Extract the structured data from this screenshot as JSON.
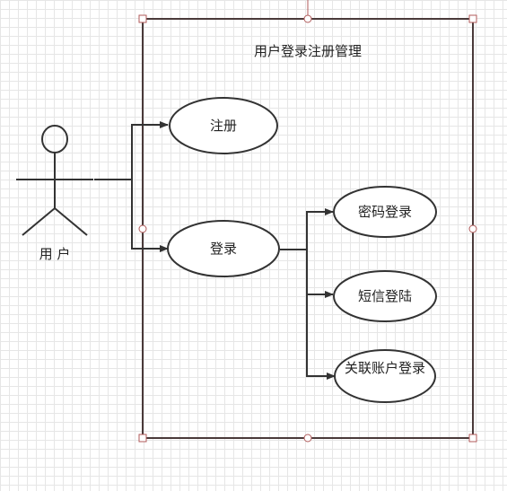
{
  "system": {
    "title": "用户登录注册管理"
  },
  "actor": {
    "name": "用 户"
  },
  "use_cases": {
    "register": "注册",
    "login": "登录",
    "password_login": "密码登录",
    "sms_login": "短信登陆",
    "linked_account_login": "关联账户登录"
  },
  "colors": {
    "line": "#333333",
    "boundary": "#4a3a3a",
    "handle_border": "#b05a5a",
    "grid": "#e6e6e6"
  },
  "icons": [
    "actor-stick-figure-icon",
    "resize-handle-icon",
    "arrow-head-icon"
  ]
}
